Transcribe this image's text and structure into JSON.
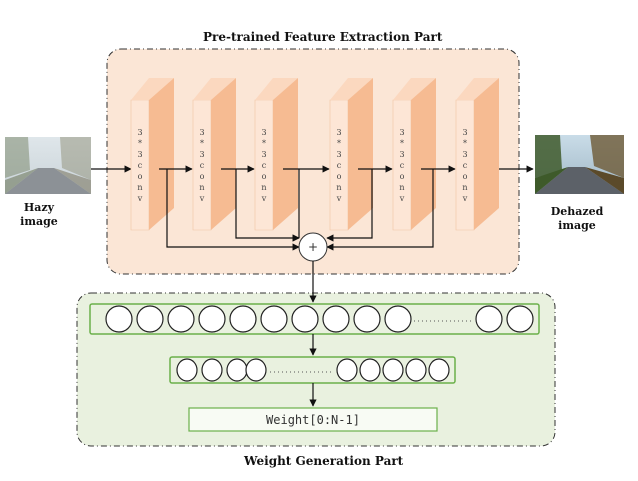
{
  "feature_part": {
    "title": "Pre-trained Feature Extraction Part",
    "conv_label": "3*3conv",
    "conv_count": 6,
    "sum_symbol": "+"
  },
  "weight_part": {
    "title": "Weight Generation Part",
    "output_label": "Weight[0:N-1]"
  },
  "input": {
    "label_line1": "Hazy",
    "label_line2": "image"
  },
  "output": {
    "label_line1": "Dehazed",
    "label_line2": "image"
  },
  "colors": {
    "feature_panel_bg": "#fbe6d6",
    "conv_block": "#f6bb92",
    "weight_panel_bg": "#e9f1df",
    "green_border": "#6bb04a"
  }
}
